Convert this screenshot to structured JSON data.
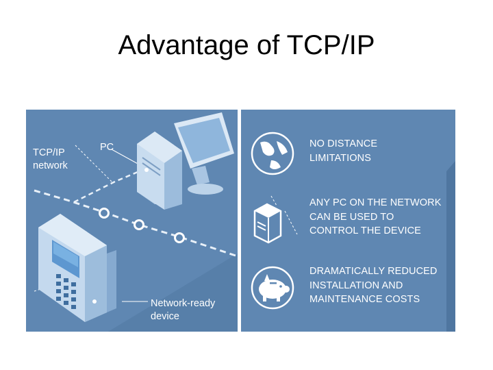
{
  "title": "Advantage of TCP/IP",
  "left_panel": {
    "tcpip_label": [
      "TCP/IP",
      "network"
    ],
    "pc_label": "PC",
    "device_label": [
      "Network-ready",
      "device"
    ]
  },
  "right_panel": {
    "benefits": [
      {
        "icon": "globe-icon",
        "lines": [
          "NO DISTANCE",
          "LIMITATIONS"
        ]
      },
      {
        "icon": "pc-tower-icon",
        "lines": [
          "ANY PC ON THE NETWORK",
          "CAN BE USED TO",
          "CONTROL THE DEVICE"
        ]
      },
      {
        "icon": "piggy-bank-icon",
        "lines": [
          "DRAMATICALLY REDUCED",
          "INSTALLATION AND",
          "MAINTENANCE COSTS"
        ]
      }
    ]
  },
  "colors": {
    "panel": "#5f87b2",
    "panel_dark": "#4c729c",
    "line": "#ffffff"
  }
}
